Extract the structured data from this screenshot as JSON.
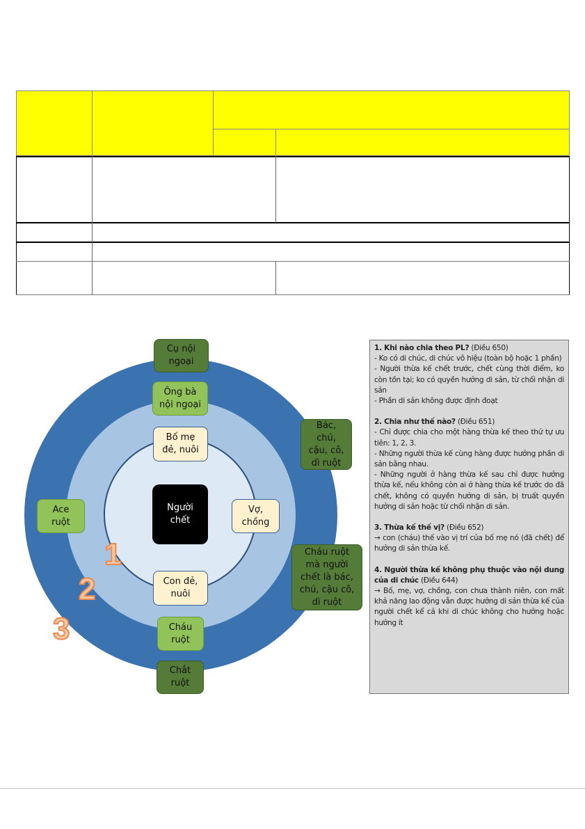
{
  "diagram": {
    "center": "Người\nchết",
    "ring1": {
      "top": "Bố mẹ\nđẻ, nuôi",
      "bottom": "Con đẻ,\nnuôi",
      "right": "Vợ,\nchồng"
    },
    "ring2": {
      "top": "Ông bà\nnội ngoại",
      "left": "Ace\nruột",
      "bottom": "Cháu\nruột"
    },
    "ring3": {
      "top": "Cụ nội\nngoại",
      "upper_right": "Bác,\nchú,\ncậu, cô,\ndì ruột",
      "lower_right": "Cháu ruột\nmà người\nchết là bác,\nchú, cậu cô,\ndì ruột",
      "bottom": "Chắt\nruột"
    },
    "numbers": [
      "1",
      "2",
      "3"
    ],
    "colors": {
      "outer": "#3b72b0",
      "middle": "#a7c4e3",
      "inner": "#dde9f5",
      "dark_green": "#557b38",
      "light_green": "#92c35a",
      "cream": "#fdf1cf"
    }
  },
  "notes": {
    "s1_title": "1. Khi nào chia theo PL?",
    "s1_ref": " (Điều 650)",
    "s1_items": [
      "- Ko có di chúc, di chúc vô hiệu (toàn bộ hoặc 1 phần)",
      "- Người thừa kế chết trước, chết cùng thời điểm, ko còn tồn tại; ko có quyền hưởng di sản, từ chối nhận di sản",
      "- Phần di sản không được định đoạt"
    ],
    "s2_title": "2. Chia như thế nào?",
    "s2_ref": " (Điều 651)",
    "s2_items": [
      "- Chỉ được chia cho một hàng thừa kế theo thứ tự ưu tiên: 1, 2, 3.",
      "- Những người thừa kế cùng hàng được hưởng phần di sản bằng nhau.",
      "- Những người ở hàng thừa kế sau chỉ được hưởng thừa kế, nếu không còn ai ở hàng thừa kế trước do đã chết, không có quyền hưởng di sản, bị truất quyền hưởng di sản hoặc từ chối nhận di sản."
    ],
    "s3_title": "3. Thừa kế thế vị?",
    "s3_ref": " (Điều 652)",
    "s3_items": [
      "→ con (cháu) thế vào vị trí của bố mẹ nó (đã chết) để hưởng di sản thừa kế."
    ],
    "s4_title": "4. Người thừa kế không phụ thuộc vào nội dung của di chúc",
    "s4_ref": " (Điều 644)",
    "s4_items": [
      "→ Bố, mẹ, vợ, chồng, con chưa thành niên, con mất khả năng lao động vẫn được hưởng di sản thừa kế của người chết kể cả khi di chúc không cho hưởng hoặc hưởng ít"
    ]
  }
}
